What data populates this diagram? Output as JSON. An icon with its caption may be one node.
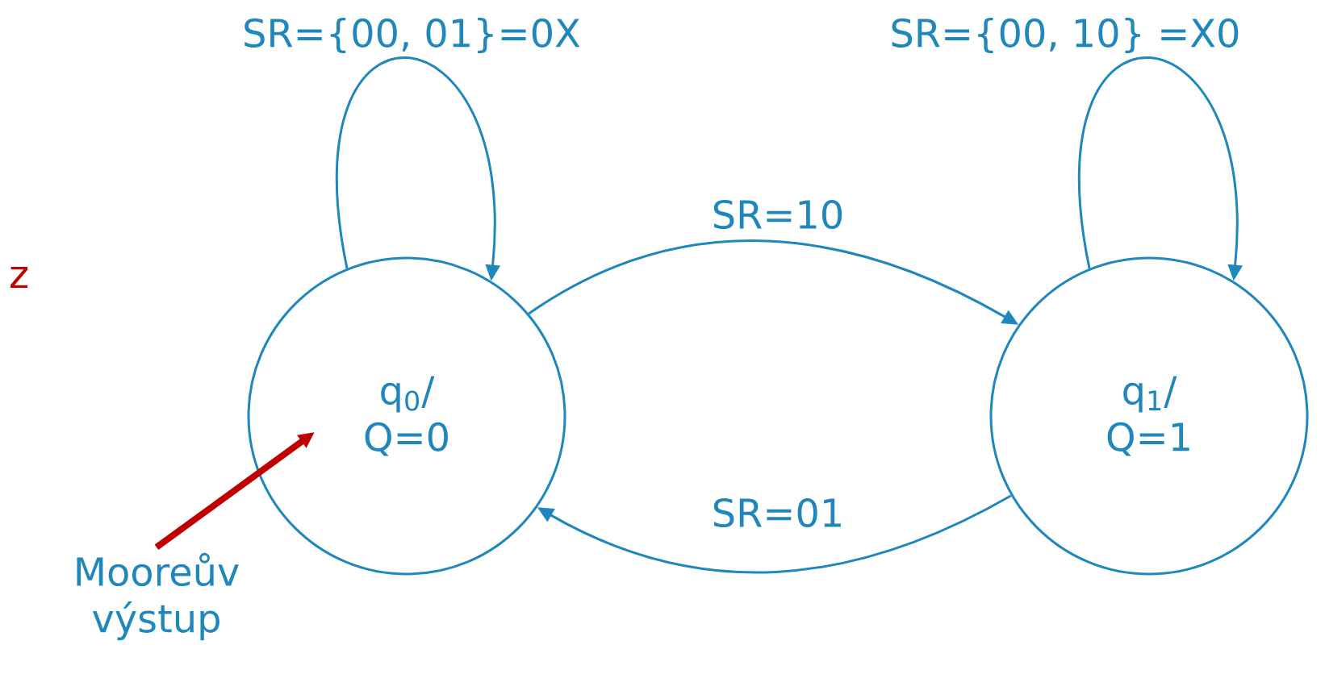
{
  "diagram": {
    "nodes": [
      {
        "text": [
          "q$_{0}$/ Q=0"
        ]
      },
      {
        "text": [
          "q$_{1}$/ Q=1"
        ]
      },
      {
        "text": [
          "Mooreův výstup"
        ]
      }
    ],
    "edges": [
      {
        "from": 0,
        "to": 0,
        "arrow": "to",
        "label": "SR={00, 01}=0X"
      },
      {
        "from": 0,
        "to": 1,
        "arrow": "to",
        "label": "SR=10"
      },
      {
        "from": 1,
        "to": 0,
        "arrow": "to",
        "label": "SR=01"
      },
      {
        "from": 1,
        "to": 1,
        "arrow": "to",
        "label": "SR={00, 10} =X0"
      },
      {
        "from": 2,
        "to": 0,
        "arrow": "to",
        "style": "thick",
        "color": "#c00000"
      }
    ],
    "labels": [
      "z"
    ]
  }
}
